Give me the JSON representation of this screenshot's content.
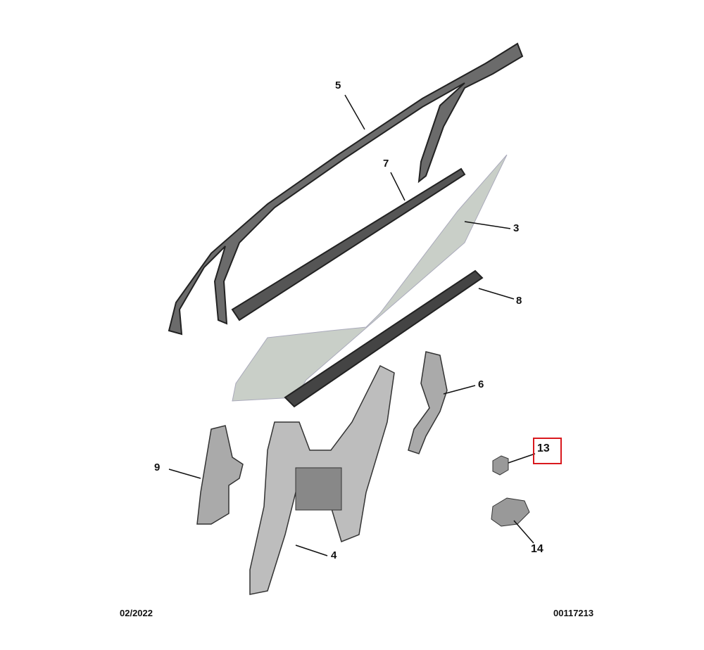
{
  "diagram": {
    "labels": {
      "p3": "3",
      "p4": "4",
      "p5": "5",
      "p6": "6",
      "p7": "7",
      "p8": "8",
      "p9": "9",
      "p13": "13",
      "p14": "14"
    },
    "highlighted_part": "13",
    "highlight_color": "#d9191e",
    "date": "02/2022",
    "diagram_ref": "00117213"
  }
}
